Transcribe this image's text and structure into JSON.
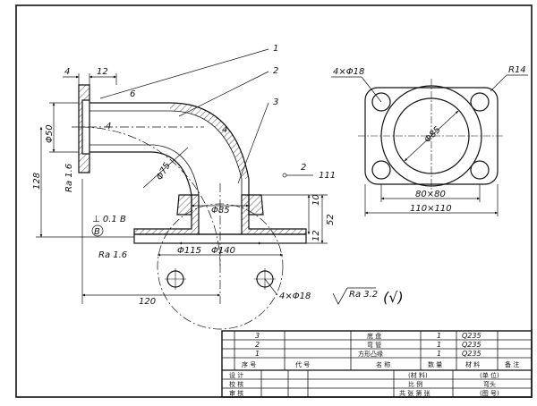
{
  "drawing": {
    "leaders": [
      "1",
      "2",
      "3"
    ],
    "front_dims": {
      "flange_thk": "4",
      "flange_w": "12",
      "d_inlet": "Φ50",
      "height": "128",
      "rough_face": "Ra 1.6",
      "weld_top": "6",
      "weld_side": "4",
      "bend_r": "Φ75",
      "d_neck": "Φ85",
      "base_thk": "10",
      "base_step": "12",
      "base_h": "52",
      "d_bore": "Φ115",
      "d_bolt_circle": "Φ140",
      "length": "120",
      "base_holes": "4×Φ18",
      "perp_tol": "⊥ 0.1 B",
      "datum": "B",
      "rough_base": "Ra 1.6",
      "weld_base_sym": "2",
      "weld_base_num": "111",
      "weld_inner": "4"
    },
    "side_dims": {
      "holes": "4×Φ18",
      "corner_r": "R14",
      "d_center": "Φ85",
      "hole_spacing": "80×80",
      "outline": "110×110"
    },
    "general_roughness": "Ra 3.2",
    "check_mark": "(√)"
  },
  "title_block": {
    "parts": [
      {
        "no": "3",
        "code": "",
        "name": "底 盘",
        "qty": "1",
        "material": "Q235",
        "remark": ""
      },
      {
        "no": "2",
        "code": "",
        "name": "弯 管",
        "qty": "1",
        "material": "Q235",
        "remark": ""
      },
      {
        "no": "1",
        "code": "",
        "name": "方形凸缘",
        "qty": "1",
        "material": "Q235",
        "remark": ""
      }
    ],
    "headers": {
      "no": "序 号",
      "code": "代 号",
      "name": "名 称",
      "qty": "数 量",
      "material": "材 料",
      "remark": "备 注"
    },
    "design": "设 计",
    "check": "校 核",
    "review": "审 核",
    "material_cell": "(材 料)",
    "unit_cell": "(单 位)",
    "scale": "比 例",
    "part_name": "弯头",
    "sheets": "共 张 第 张",
    "drawing_no": "(图 号)"
  }
}
